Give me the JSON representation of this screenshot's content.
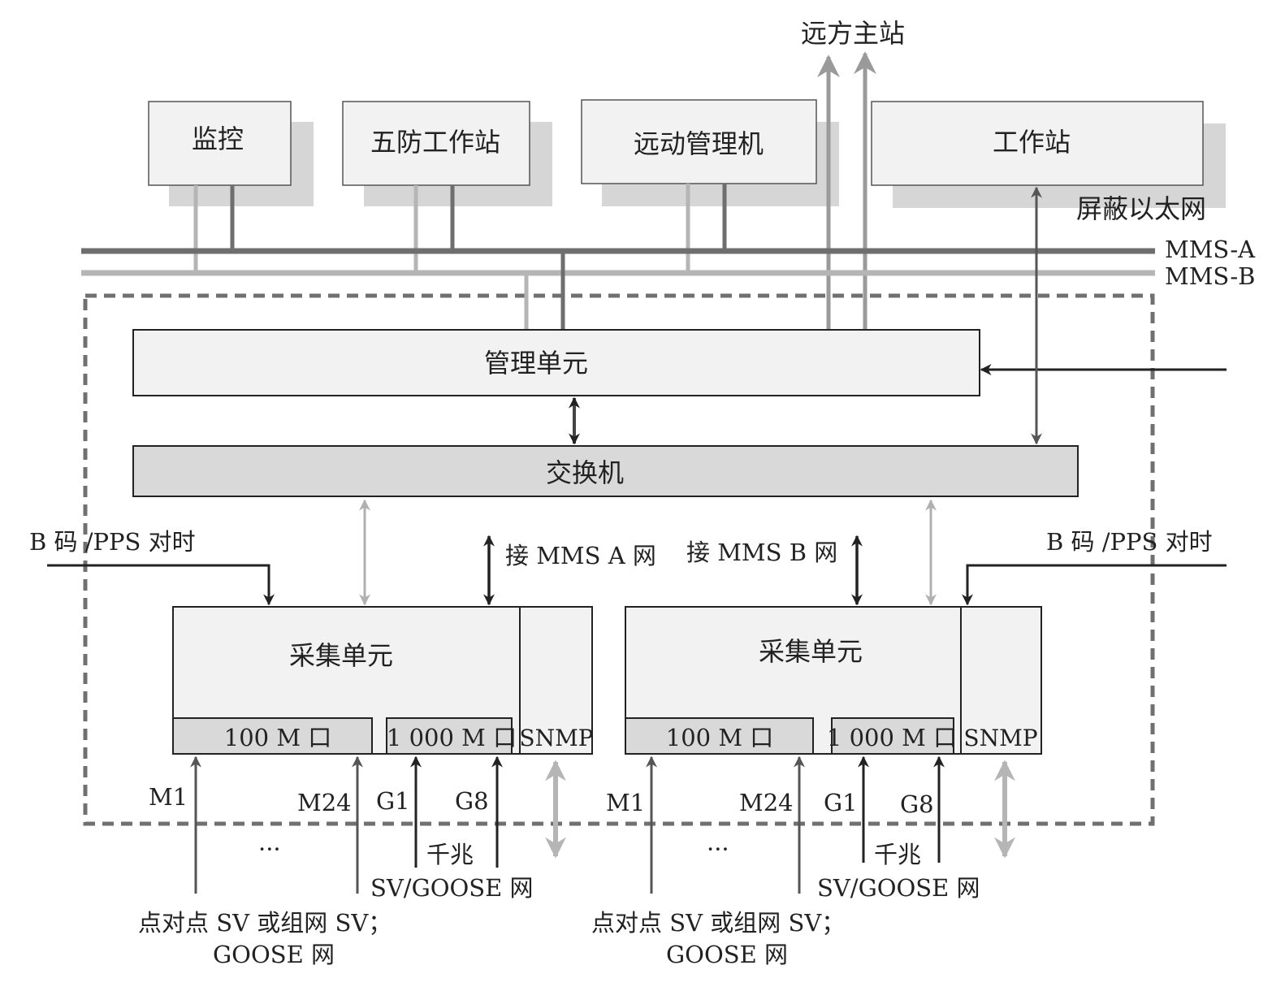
{
  "top_devices": {
    "monitor": "监控",
    "five_prevention_ws": "五防工作站",
    "telecontrol_mgr": "远动管理机",
    "workstation": "工作站"
  },
  "remote_master": "远方主站",
  "shielded_ethernet": "屏蔽以太网",
  "buses": {
    "mms_a": "MMS-A",
    "mms_b": "MMS-B"
  },
  "management_unit": "管理单元",
  "switch": "交换机",
  "time_sync_left": "B 码 /PPS 对时",
  "time_sync_right": "B 码 /PPS 对时",
  "connect_mms_a": "接 MMS A 网",
  "connect_mms_b": "接 MMS B 网",
  "left_unit": {
    "title": "采集单元",
    "port_100m": "100 M 口",
    "port_1000m": "1 000 M 口",
    "snmp": "SNMP",
    "m1": "M1",
    "m24": "M24",
    "g1": "G1",
    "g8": "G8",
    "ellipsis": "···",
    "gigabit": "千兆",
    "sv_goose_net": "SV/GOOSE 网",
    "p2p_sv_line1": "点对点 SV 或组网 SV；",
    "p2p_sv_line2": "GOOSE 网"
  },
  "right_unit": {
    "title": "采集单元",
    "port_100m": "100 M 口",
    "port_1000m": "1 000 M 口",
    "snmp": "SNMP",
    "m1": "M1",
    "m24": "M24",
    "g1": "G1",
    "g8": "G8",
    "ellipsis": "···",
    "gigabit": "千兆",
    "sv_goose_net": "SV/GOOSE 网",
    "p2p_sv_line1": "点对点 SV 或组网 SV；",
    "p2p_sv_line2": "GOOSE 网"
  },
  "colors": {
    "bus_a": "#6e6e6e",
    "bus_b": "#b5b5b5",
    "box_fill": "#f2f2f2",
    "port_fill": "#d9d9d9",
    "shadow": "#d6d6d6",
    "dark_arrow": "#222222",
    "mid_arrow": "#555555",
    "light_arrow": "#b0b0b0"
  }
}
